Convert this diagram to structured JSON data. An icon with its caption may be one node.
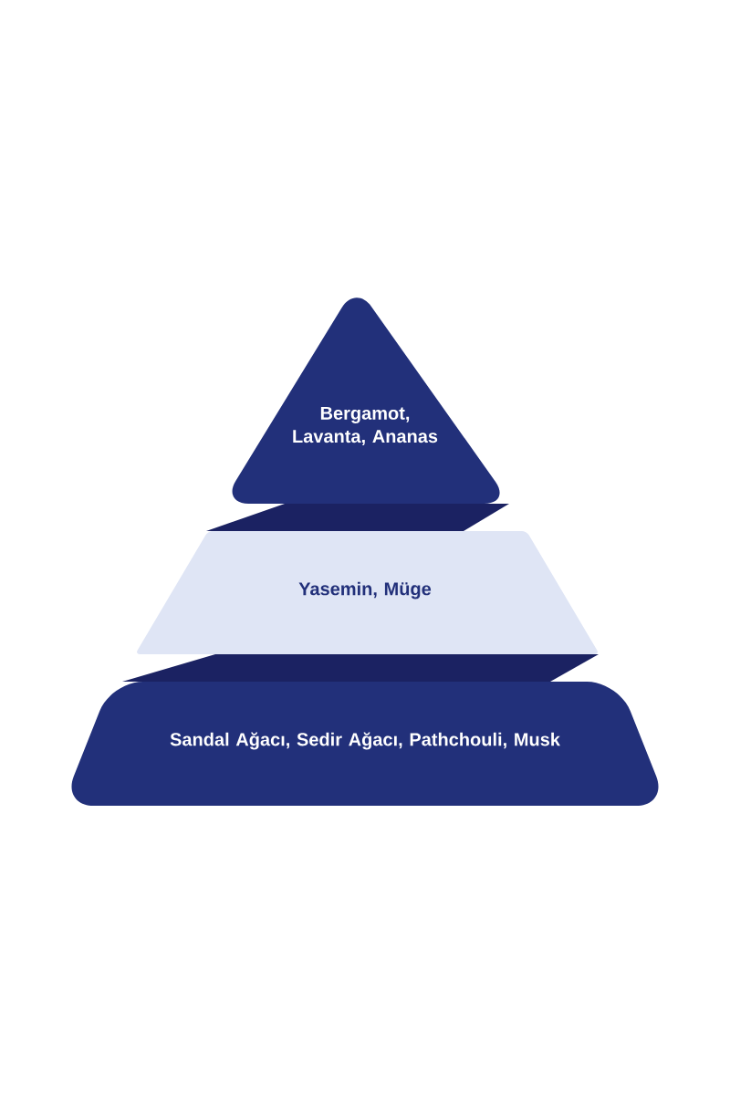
{
  "diagram": {
    "nodes": [
      {
        "text": [
          "Bergamot, Lavanta, Ananas"
        ]
      },
      {
        "text": [
          "Yasemin, Müge"
        ]
      },
      {
        "text": [
          "Sandal Ağacı, Sedir Ağacı, Pathchouli, Musk"
        ]
      }
    ]
  }
}
